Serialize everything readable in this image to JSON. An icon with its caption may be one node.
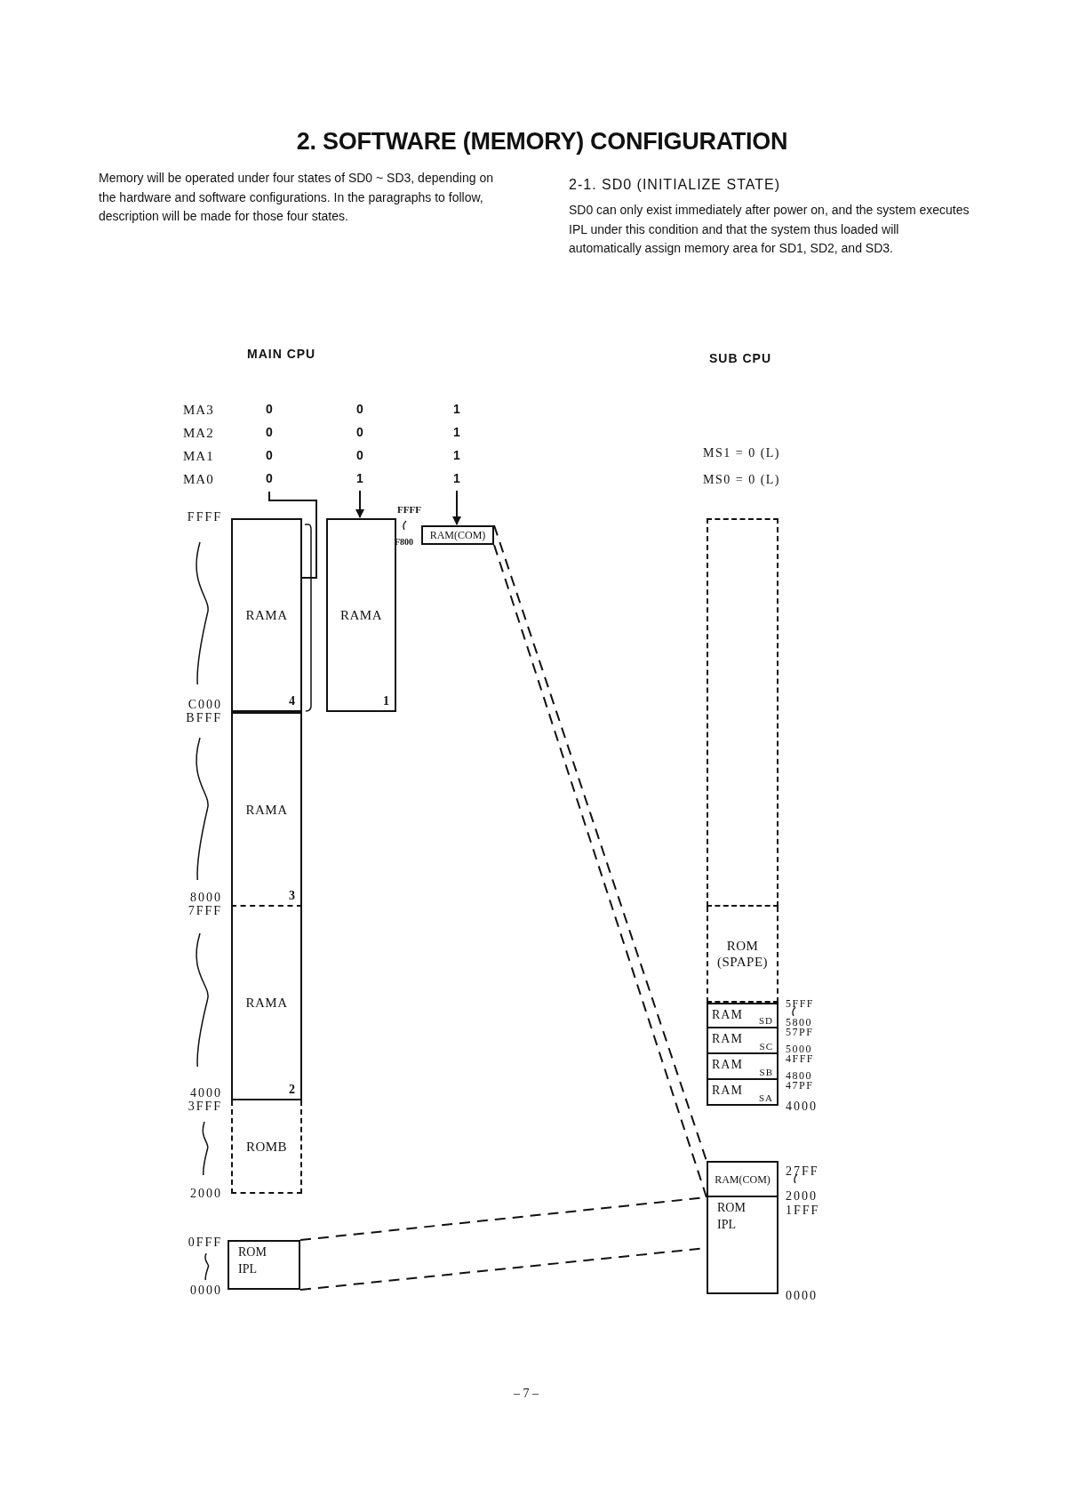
{
  "diagram": {
    "title": "2. SOFTWARE (MEMORY) CONFIGURATION",
    "nodes": [
      {
        "text": [
          "0",
          "0",
          "0",
          "0"
        ]
      },
      {
        "text": [
          "0",
          "0",
          "0",
          "1"
        ]
      },
      {
        "text": [
          "1",
          "1",
          "1",
          "1"
        ]
      },
      {
        "text": [
          "RAMA",
          "4"
        ]
      },
      {
        "text": [
          "RAMA",
          "3"
        ]
      },
      {
        "text": [
          "RAMA",
          "2"
        ]
      },
      {
        "text": [
          "ROMB"
        ]
      },
      {
        "text": [
          "ROM IPL"
        ]
      },
      {
        "text": [
          "RAMA",
          "1"
        ]
      },
      {
        "text": [
          "RAM(COM)"
        ]
      },
      {
        "text": [],
        "shape": "box"
      },
      {
        "text": [
          "ROM (SPAPE)"
        ]
      },
      {
        "text": [
          "RAM",
          "SD"
        ]
      },
      {
        "text": [
          "RAM",
          "SC"
        ]
      },
      {
        "text": [
          "RAM",
          "SB"
        ]
      },
      {
        "text": [
          "RAM",
          "SA"
        ]
      },
      {
        "text": [
          "RAM(COM)"
        ]
      },
      {
        "text": [
          "ROM IPL"
        ]
      }
    ],
    "edges": [
      {
        "from": 0,
        "to": 3,
        "arrow": "none"
      },
      {
        "from": 1,
        "to": 8,
        "arrow": "to"
      },
      {
        "from": 2,
        "to": 9,
        "arrow": "to"
      },
      {
        "from": 9,
        "to": 16,
        "arrow": "none",
        "style": "dashed"
      },
      {
        "from": 7,
        "to": 17,
        "arrow": "none",
        "style": "dashed"
      }
    ],
    "labels": [
      "Memory will be operated under four states of SD0 ~ SD3, depending on the hardware and software configurations. In the paragraphs to follow, description will be made for those four states.",
      "2-1. SD0 (INITIALIZE STATE)",
      "SD0 can only exist immediately after power on, and the system executes IPL under this condition and that the system thus loaded will automatically assign memory area for SD1, SD2, and SD3.",
      "MAIN CPU",
      "SUB CPU",
      "MA3",
      "MA2",
      "MA1",
      "MS1 = 0 (L)",
      "MA0",
      "MS0 = 0 (L)",
      "FFFF",
      "FFFF",
      "F800",
      "C000",
      "BFFF",
      "8000",
      "7FFF",
      "5FFF",
      "5800",
      "57PF",
      "5000",
      "4FFF",
      "4800",
      "47PF",
      "4000",
      "3FFF",
      "4000",
      "27FF",
      "2000",
      "2000",
      "1FFF",
      "0FFF",
      "0000",
      "0000",
      "– 7 –"
    ]
  }
}
